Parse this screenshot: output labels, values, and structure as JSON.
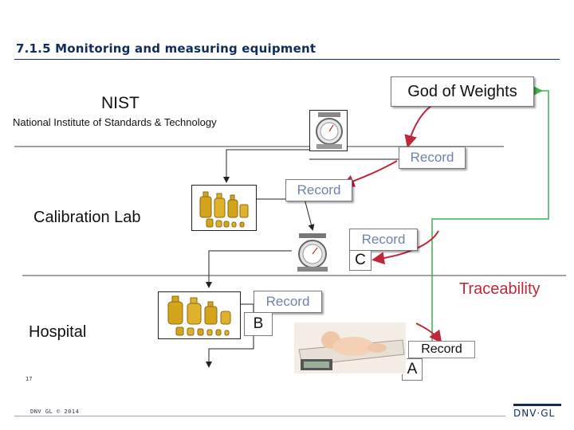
{
  "header": {
    "title": "7.1.5 Monitoring and measuring equipment"
  },
  "levels": {
    "nist": {
      "label": "NIST",
      "subtitle": "National Institute of Standards & Technology"
    },
    "calibration_lab": {
      "label": "Calibration Lab"
    },
    "hospital": {
      "label": "Hospital"
    }
  },
  "god_of_weights": {
    "label": "God of Weights"
  },
  "records": {
    "record_1": "Record",
    "record_2": "Record",
    "record_3": "Record",
    "record_4": "Record",
    "record_5": "Record"
  },
  "markers": {
    "c": "C",
    "b": "B",
    "a": "A"
  },
  "traceability": {
    "label": "Traceability"
  },
  "footer": {
    "page_number": "17",
    "copyright": "DNV GL © 2014",
    "logo_text": "DNV·GL"
  },
  "colors": {
    "title": "#0f2c5c",
    "red_arrow": "#c0283a",
    "green_line": "#3cb44b",
    "record_text": "#6d83ad",
    "traceability_text": "#c0283a"
  }
}
